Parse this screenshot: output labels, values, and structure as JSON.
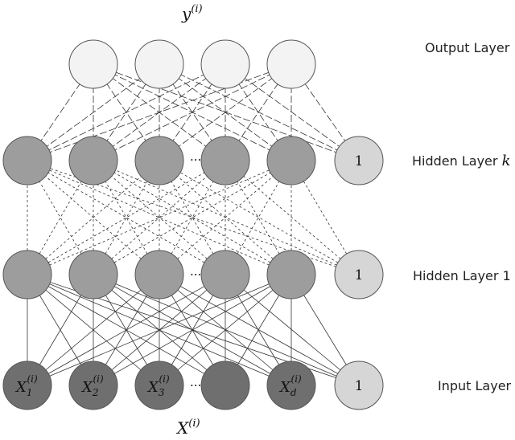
{
  "labels": {
    "output_layer": "Output Layer",
    "hidden_layer_k_prefix": "Hidden Layer ",
    "hidden_layer_k_var": "k",
    "hidden_layer_1": "Hidden Layer 1",
    "input_layer": "Input Layer"
  },
  "top_symbol": {
    "base": "y",
    "sup": "(i)"
  },
  "bottom_symbol": {
    "base": "X",
    "sup": "(i)"
  },
  "ellipsis": "···",
  "bias_label": "1",
  "input_nodes": [
    {
      "base": "X",
      "sub": "1",
      "sup": "(i)"
    },
    {
      "base": "X",
      "sub": "2",
      "sup": "(i)"
    },
    {
      "base": "X",
      "sub": "3",
      "sup": "(i)"
    },
    {
      "base": "",
      "sub": "",
      "sup": ""
    },
    {
      "base": "X",
      "sub": "d",
      "sup": "(i)"
    }
  ],
  "colors": {
    "output_node": "#f3f3f3",
    "hidden_node": "#9d9d9d",
    "input_node": "#6f6f6f",
    "bias_node": "#d6d6d6",
    "stroke": "#555555",
    "edge": "#333333"
  }
}
